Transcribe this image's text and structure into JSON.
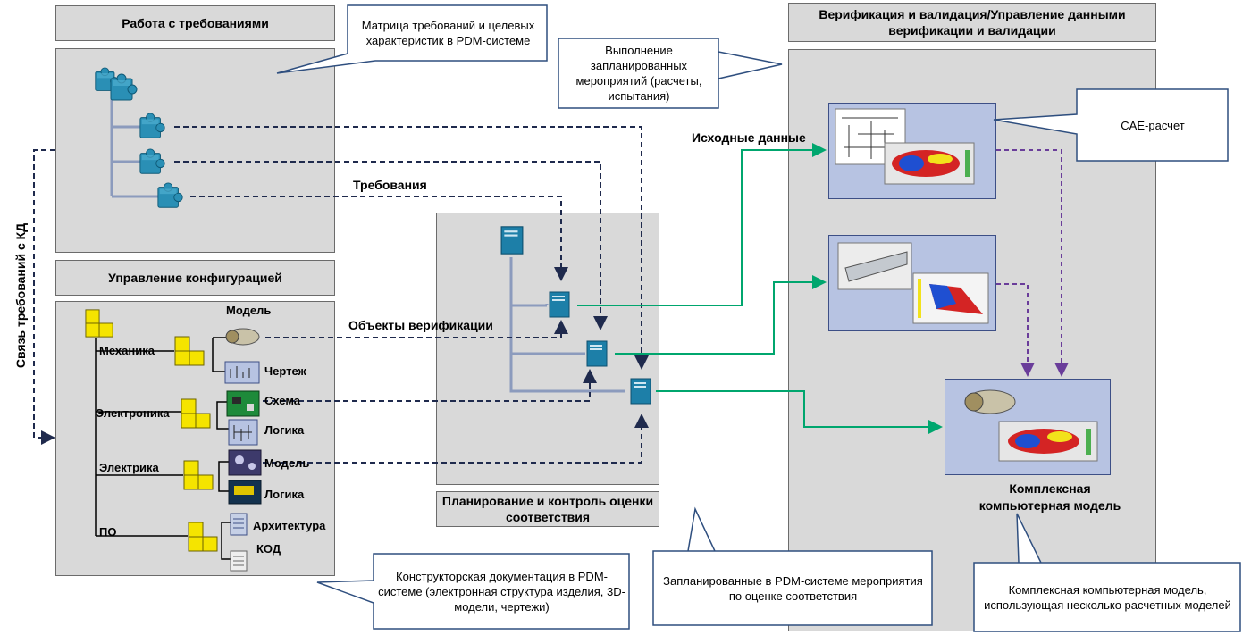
{
  "headers": {
    "requirements": "Работа с требованиями",
    "configuration": "Управление конфигурацией",
    "verification": "Верификация и валидация/Управление данными верификации и валидации",
    "planning": "Планирование и контроль оценки соответствия"
  },
  "callouts": {
    "matrix": "Матрица требований и целевых характеристик в PDM-системе",
    "execution": "Выполнение запланированных мероприятий (расчеты, испытания)",
    "cae": "CAE-расчет",
    "design_docs": "Конструкторская документация в PDM-системе (электронная структура изделия, 3D-модели, чертежи)",
    "planned": "Запланированные в PDM-системе мероприятия по оценке соответствия",
    "complex_desc": "Комплексная компьютерная модель, использующая несколько расчетных моделей"
  },
  "labels": {
    "vertical": "Связь требований с КД",
    "requirements": "Требования",
    "initial_data": "Исходные данные",
    "verification_objects": "Объекты верификации",
    "complex_model": "Комплексная компьютерная модель",
    "model_top": "Модель",
    "mechanics": "Механика",
    "drawing": "Чертеж",
    "electronics": "Электроника",
    "scheme": "Схема",
    "logic_1": "Логика",
    "electrics": "Электрика",
    "model_el": "Модель",
    "logic_2": "Логика",
    "software": "ПО",
    "architecture": "Архитектура",
    "code": "КОД"
  },
  "colors": {
    "panel": "#d9d9d9",
    "callout_border": "#2f4f7f",
    "dashed_dark": "#1f2a4d",
    "dashed_purple": "#6a3d9a",
    "green": "#00a66e",
    "tree_line": "#8c9bbd",
    "puzzle": "#2a8fb5",
    "cube": "#f5e400",
    "doc_icon": "#1d7fa8"
  }
}
